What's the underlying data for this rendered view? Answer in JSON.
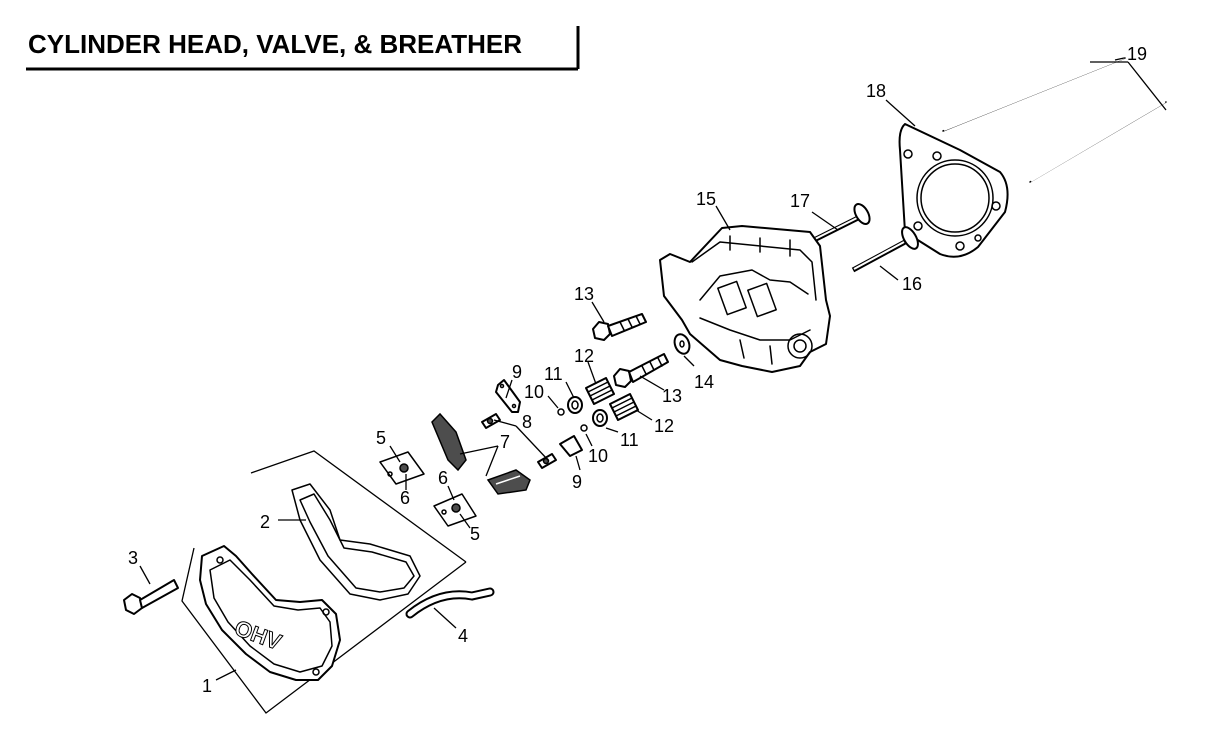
{
  "title": "CYLINDER HEAD, VALVE, & BREATHER",
  "embossed_text": "OHV",
  "callouts": [
    "1",
    "2",
    "3",
    "4",
    "5",
    "5",
    "6",
    "6",
    "7",
    "8",
    "9",
    "9",
    "10",
    "10",
    "11",
    "11",
    "12",
    "12",
    "13",
    "13",
    "14",
    "15",
    "16",
    "17",
    "18",
    "19"
  ]
}
